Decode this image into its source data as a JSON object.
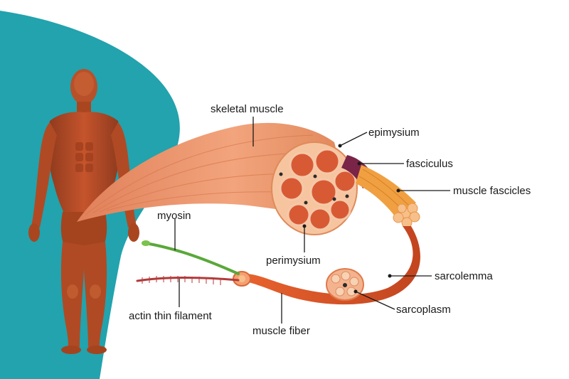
{
  "diagram": {
    "labels": {
      "skeletal_muscle": "skeletal muscle",
      "epimysium": "epimysium",
      "fasciculus": "fasciculus",
      "muscle_fascicles": "muscle fascicles",
      "myosin": "myosin",
      "perimysium": "perimysium",
      "sarcolemma": "sarcolemma",
      "sarcoplasm": "sarcoplasm",
      "actin_thin_filament": "actin thin filament",
      "muscle_fiber": "muscle fiber"
    }
  },
  "colors": {
    "background_shape": "#22a3ad",
    "muscle": "#c5502b",
    "muscle_light": "#f0a070",
    "fascicle_core": "#e0643a",
    "fasciculus_sheath": "#7a2448",
    "myosin": "#5aa83a",
    "actin": "#b33a3a"
  }
}
